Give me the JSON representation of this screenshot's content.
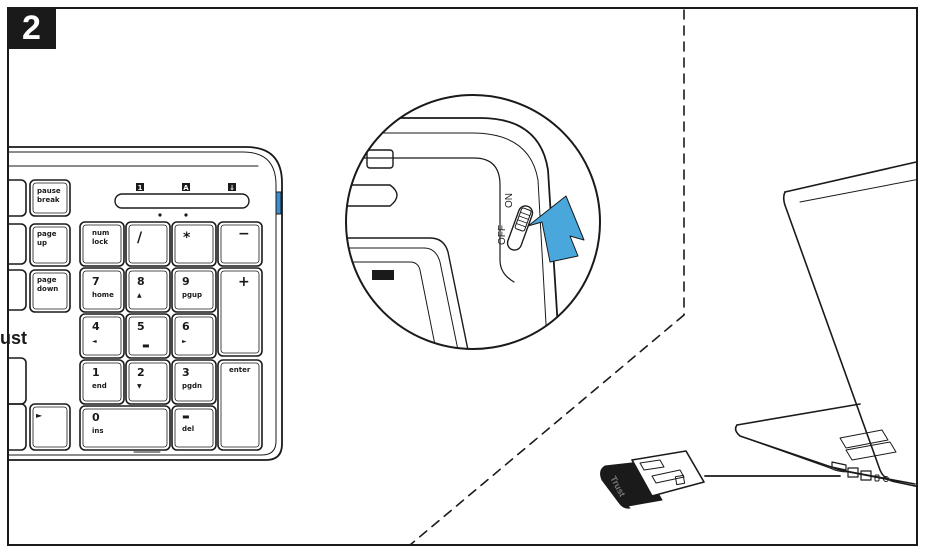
{
  "step_number": "2",
  "keyboard": {
    "indicator_icons": [
      "1",
      "A",
      "↓"
    ],
    "brand_fragment": "ust",
    "keys": {
      "pause": [
        "pause",
        "break"
      ],
      "page_up": [
        "page",
        "up"
      ],
      "page_down": [
        "page",
        "down"
      ],
      "num_lock": [
        "num",
        "lock"
      ],
      "divide": "/",
      "multiply": "*",
      "minus": "−",
      "plus": "+",
      "k7": [
        "7",
        "home"
      ],
      "k8": [
        "8",
        "▲"
      ],
      "k9": [
        "9",
        "pgup"
      ],
      "k4": [
        "4",
        "◄"
      ],
      "k5": [
        "5",
        "▬"
      ],
      "k6": [
        "6",
        "►"
      ],
      "k1": [
        "1",
        "end"
      ],
      "k2": [
        "2",
        "▼"
      ],
      "k3": [
        "3",
        "pgdn"
      ],
      "k0": [
        "0",
        "ins"
      ],
      "del": [
        "▬",
        "del"
      ],
      "enter": "enter",
      "arrow_right": "►"
    }
  },
  "switch": {
    "off_label": "OFF",
    "on_label": "ON"
  },
  "receiver": {
    "brand": "Trust"
  },
  "colors": {
    "arrow": "#4aa7dc",
    "ink": "#1a1a1a",
    "blue_led": "#3b8fd0"
  }
}
